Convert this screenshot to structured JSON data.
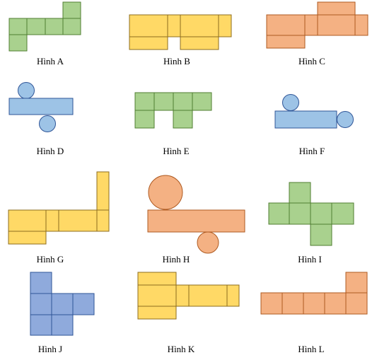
{
  "colors": {
    "green": "#a9d18e",
    "yellow": "#ffd966",
    "orange": "#f4b183",
    "blue": "#9dc3e6",
    "purple_blue": "#8faadc",
    "outline_green": "#507e32",
    "outline_yellow": "#8c6d1f",
    "outline_orange": "#ae5a21",
    "outline_blue": "#2f5597"
  },
  "figures": [
    {
      "id": "a",
      "label": "Hình A"
    },
    {
      "id": "b",
      "label": "Hình B"
    },
    {
      "id": "c",
      "label": "Hình C"
    },
    {
      "id": "d",
      "label": "Hình D"
    },
    {
      "id": "e",
      "label": "Hình E"
    },
    {
      "id": "f",
      "label": "Hình F"
    },
    {
      "id": "g",
      "label": "Hình G"
    },
    {
      "id": "h",
      "label": "Hình H"
    },
    {
      "id": "i",
      "label": "Hình I"
    },
    {
      "id": "j",
      "label": "Hình J"
    },
    {
      "id": "k",
      "label": "Hình K"
    },
    {
      "id": "l",
      "label": "Hình L"
    }
  ]
}
